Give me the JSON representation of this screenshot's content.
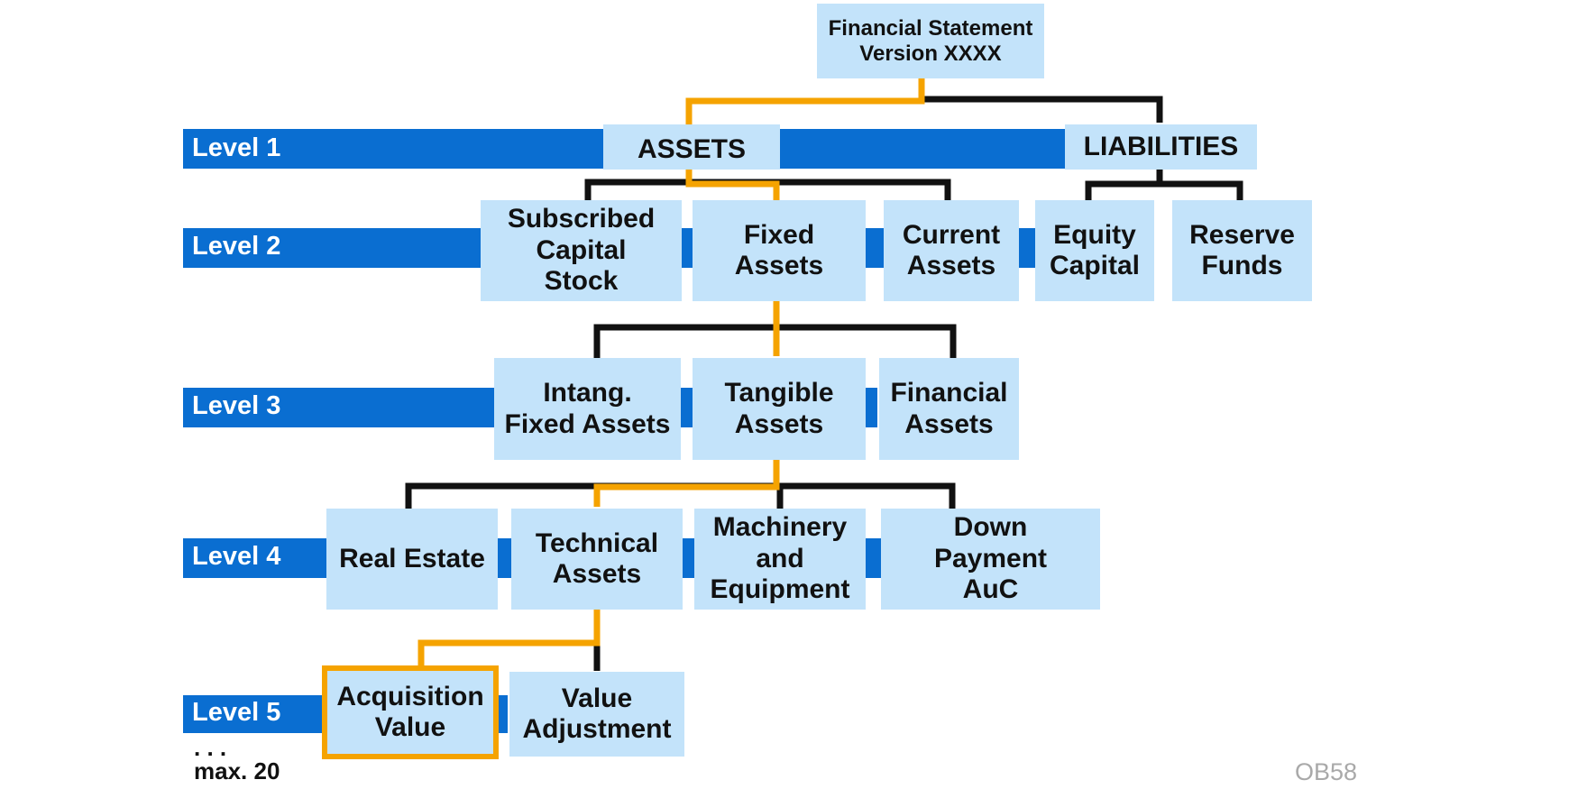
{
  "colors": {
    "band": "#0a6ed1",
    "box": "#c3e3fa",
    "highlight_path": "#f5a300",
    "connector": "#111111"
  },
  "root": {
    "label": "Financial Statement\nVersion XXXX"
  },
  "levels": [
    {
      "label": "Level 1"
    },
    {
      "label": "Level 2"
    },
    {
      "label": "Level 3"
    },
    {
      "label": "Level 4"
    },
    {
      "label": "Level 5"
    }
  ],
  "level1": {
    "assets": "ASSETS",
    "liabilities": "LIABILITIES"
  },
  "level2": {
    "subscribed": "Subscribed\nCapital\nStock",
    "fixed": "Fixed\nAssets",
    "current": "Current\nAssets",
    "equity": "Equity\nCapital",
    "reserve": "Reserve\nFunds"
  },
  "level3": {
    "intangible": "Intang.\nFixed Assets",
    "tangible": "Tangible\nAssets",
    "financial": "Financial\nAssets"
  },
  "level4": {
    "real_estate": "Real Estate",
    "technical": "Technical\nAssets",
    "machinery": "Machinery\nand\nEquipment",
    "down_payment": "Down\nPayment\nAuC"
  },
  "level5": {
    "acquisition": "Acquisition\nValue",
    "adjustment": "Value\nAdjustment"
  },
  "notes": {
    "more_levels": ". . .\nmax. 20"
  },
  "code": "OB58"
}
